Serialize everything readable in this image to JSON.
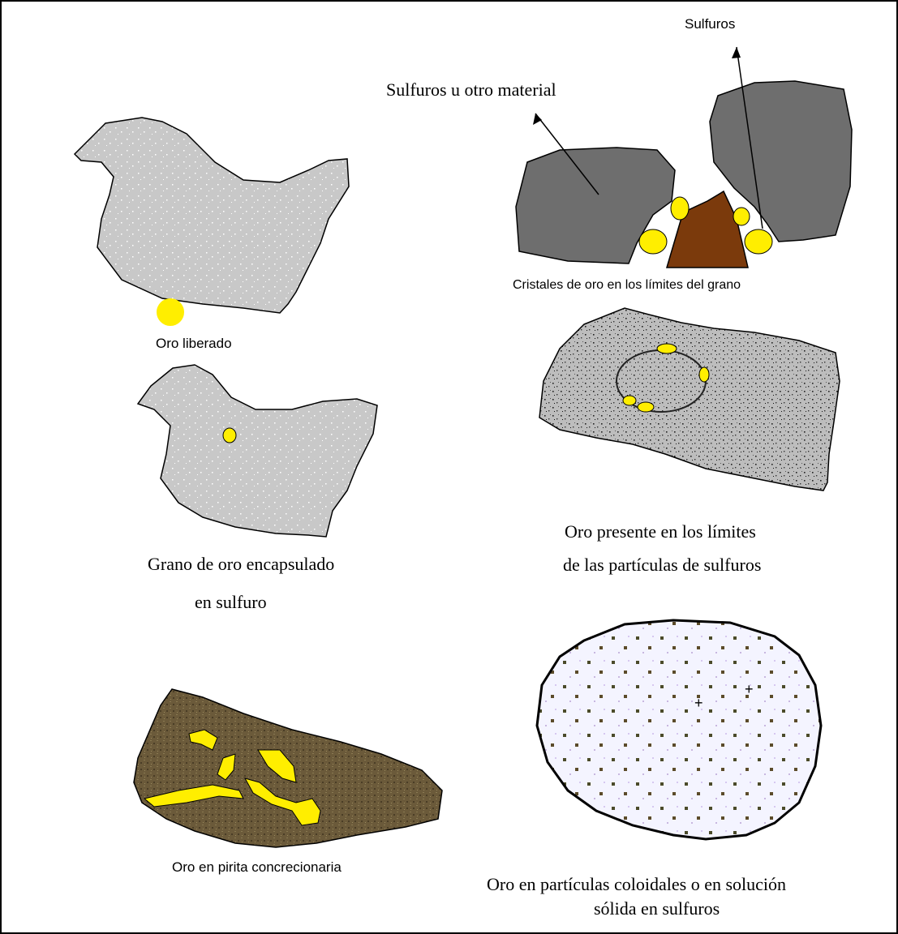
{
  "labels": {
    "sulfuros": "Sulfuros",
    "sulfuros_otro": "Sulfuros u otro material",
    "cristales": "Cristales de oro en los límites del grano",
    "liberado": "Oro liberado",
    "encapsulado_1": "Grano de oro encapsulado",
    "encapsulado_2": "en sulfuro",
    "limites_1": "Oro presente en los límites",
    "limites_2": "de las partículas de sulfuros",
    "pirita": "Oro en pirita concrecionaria",
    "coloidal_1": "Oro en partículas coloidales o en solución",
    "coloidal_2": "sólida en sulfuros"
  },
  "colors": {
    "gold": "#ffee00",
    "grain_grey": "#c8c8c8",
    "sulfide_dark": "#6e6e6e",
    "brown_grain": "#7b3a0c",
    "pyrite": "#6b5a3a",
    "outline": "#000000"
  }
}
